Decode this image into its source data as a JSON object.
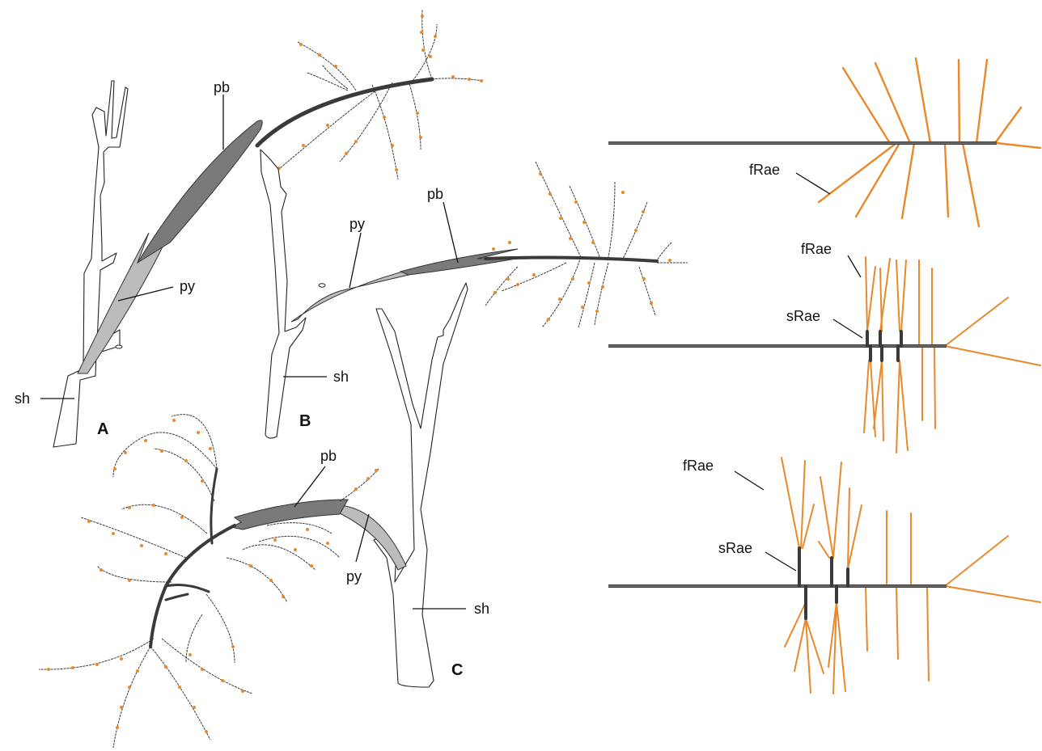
{
  "panels": {
    "a": "A",
    "b": "B",
    "c": "C"
  },
  "labels": {
    "pb": "pb",
    "py": "py",
    "sh": "sh",
    "fRae": "fRae",
    "sRae": "sRae"
  },
  "colors": {
    "stem_outline": "#222222",
    "pseudobranch": "#7a7a7a",
    "pseudobranch_light": "#bcbcbc",
    "rachis": "#3a3a3a",
    "ramuli": "#e8892b",
    "text": "#111111"
  }
}
